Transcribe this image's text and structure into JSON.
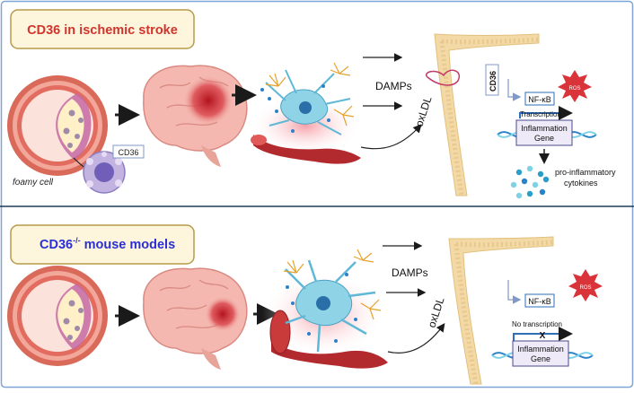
{
  "panel_top": {
    "title": "CD36 in ischemic stroke",
    "cd36_label": "CD36",
    "foamy_cell": "foamy cell",
    "damps": "DAMPs",
    "oxldl": "oxLDL",
    "receptor": "CD36",
    "nfkb": "NF-κB",
    "ros": "ROS",
    "transcription": "Transcription",
    "gene_line1": "Inflammation",
    "gene_line2": "Gene",
    "cytokines_line1": "pro-inflammatory",
    "cytokines_line2": "cytokines"
  },
  "panel_bottom": {
    "title_main": "CD36",
    "title_sup": "-/-",
    "title_rest": " mouse models",
    "damps": "DAMPs",
    "oxldl": "oxLDL",
    "nfkb": "NF-κB",
    "ros": "ROS",
    "no_transcription": "No transcription",
    "block_mark": "X",
    "gene_line1": "Inflammation",
    "gene_line2": "Gene"
  },
  "colors": {
    "frame": "#7fa6d6",
    "title_box_fill": "#fdf6dc",
    "title_box_border": "#b89a4a",
    "title_top_text": "#d0342c",
    "title_bottom_text": "#2b2fd6",
    "membrane": "#f2d9a6",
    "vessel_wall": "#e07a6a",
    "brain": "#f4b8b0",
    "infarct": "#c8202a",
    "nfkb_box": "#2e6fb8",
    "ros": "#d8343a",
    "dna_a": "#2a82c8",
    "dna_b": "#7fd1e6"
  }
}
